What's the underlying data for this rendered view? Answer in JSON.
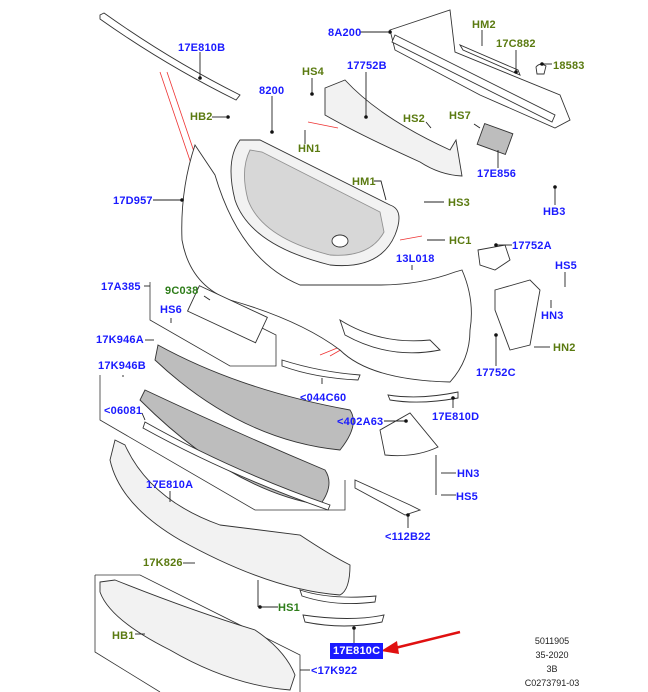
{
  "diagram": {
    "title": "Front bumper assembly parts diagram",
    "highlighted_part": "17E810C",
    "labels": {
      "l17E810B": "17E810B",
      "lHB2": "HB2",
      "l8200": "8200",
      "l17D957": "17D957",
      "l8A200": "8A200",
      "lHM2": "HM2",
      "l17C882": "17C882",
      "l18583": "18583",
      "lHS4": "HS4",
      "l17752B": "17752B",
      "lHS2": "HS2",
      "lHS7": "HS7",
      "lHN1": "HN1",
      "lHM1": "HM1",
      "lHS3": "HS3",
      "l17E856": "17E856",
      "lHB3": "HB3",
      "lHC1": "HC1",
      "l13L018": "13L018",
      "l17752A": "17752A",
      "lHS5a": "HS5",
      "lHN3a": "HN3",
      "lHN2": "HN2",
      "l17752C": "17752C",
      "l17A385": "17A385",
      "l9C038": "9C038",
      "lHS6": "HS6",
      "l17K946A": "17K946A",
      "l17K946B": "17K946B",
      "l06081": "<06081",
      "l044C60": "<044C60",
      "l17E810D": "17E810D",
      "l402A63": "<402A63",
      "lHN3b": "HN3",
      "lHS5b": "HS5",
      "l17E810A": "17E810A",
      "l112B22": "<112B22",
      "l17K826": "17K826",
      "lHS1": "HS1",
      "lHB1": "HB1",
      "l17E810C": "17E810C",
      "l17K922": "<17K922"
    },
    "colors": {
      "part_number_label": "#1a1aff",
      "fastener_label": "#2e7d1a",
      "highlight_bg": "#1a1aff",
      "arrow": "#e01010"
    }
  },
  "footer": {
    "line1": "5011905",
    "line2": "35-2020",
    "line3": "3B",
    "line4": "C0273791-03"
  }
}
